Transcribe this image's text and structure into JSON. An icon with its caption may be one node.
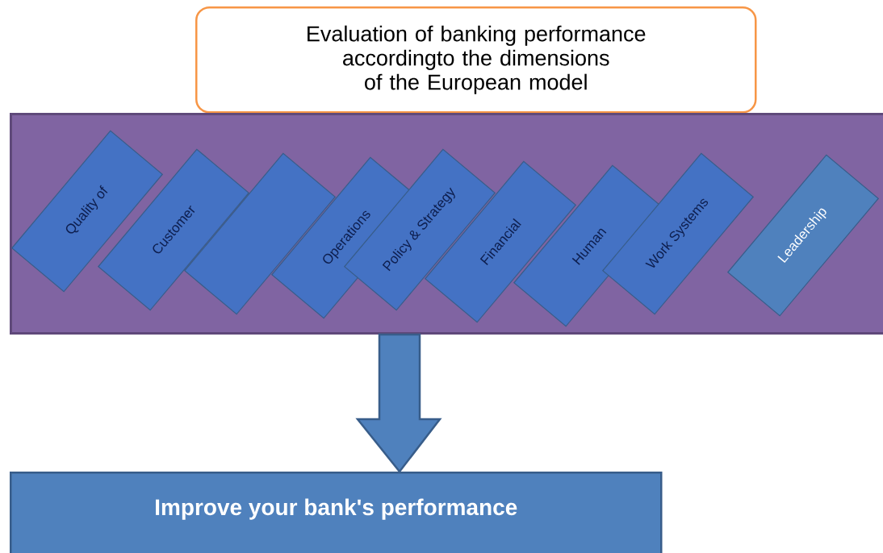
{
  "diagram": {
    "nodes": [
      {
        "text": [
          "Evaluation of banking performance accordingto the dimensions of the European model"
        ]
      },
      {
        "text": [],
        "shape": "box"
      },
      {
        "text": [
          "Quality of"
        ],
        "in": 1
      },
      {
        "text": [
          "Customer"
        ],
        "in": 1
      },
      {
        "text": [],
        "shape": "box",
        "in": 1
      },
      {
        "text": [
          "Operations"
        ],
        "in": 1
      },
      {
        "text": [
          "Policy & Strategy"
        ],
        "in": 1
      },
      {
        "text": [
          "Financial"
        ],
        "in": 1
      },
      {
        "text": [
          "Human"
        ],
        "in": 1
      },
      {
        "text": [
          "Work Systems"
        ],
        "in": 1
      },
      {
        "text": [
          "Leadership"
        ],
        "in": 1
      },
      {
        "text": [
          "Improve your bank's performance"
        ]
      }
    ],
    "edges": [
      {
        "from": 1,
        "to": 11,
        "arrow": "to"
      }
    ]
  }
}
